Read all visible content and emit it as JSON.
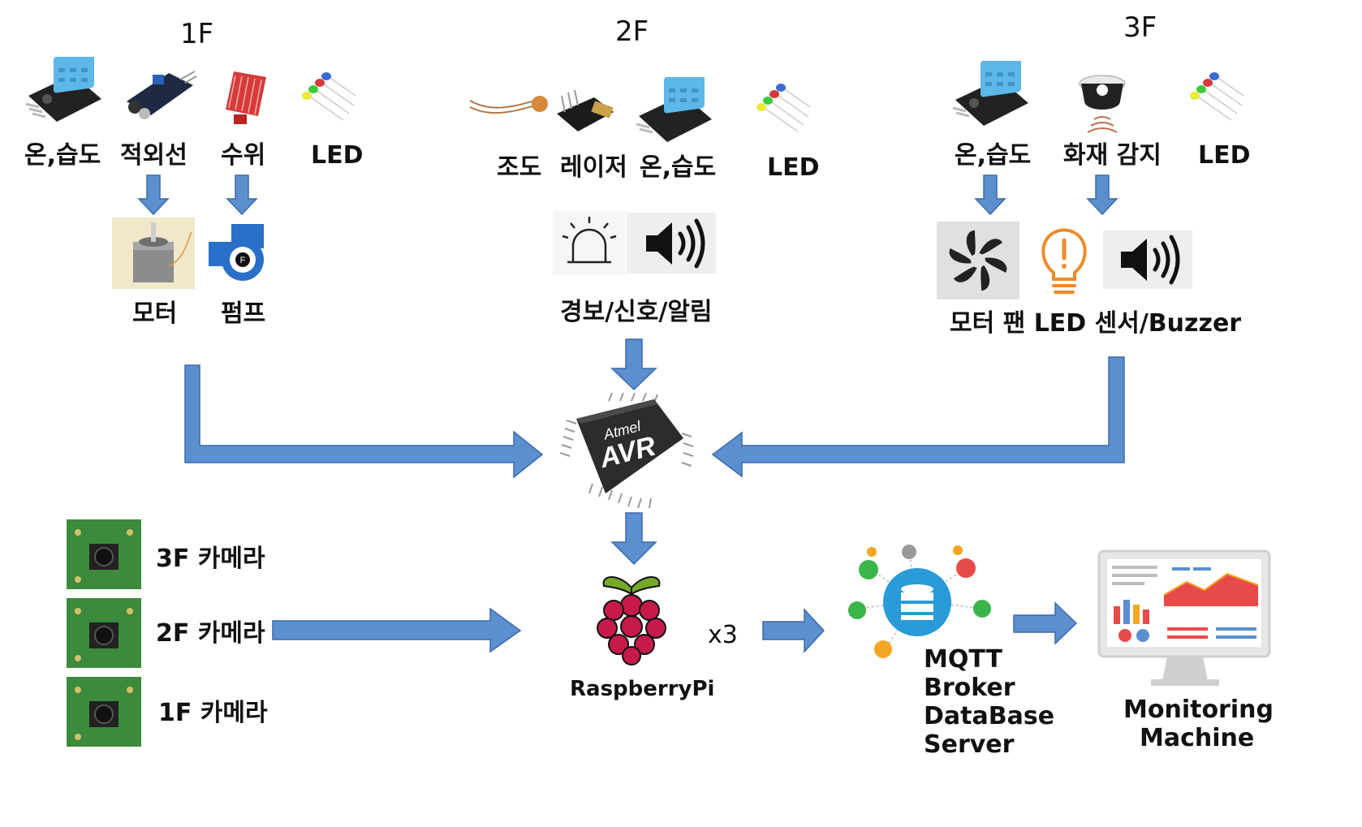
{
  "floors": {
    "f1": {
      "title": "1F",
      "sensors": [
        "온,습도",
        "적외선",
        "수위",
        "LED"
      ],
      "actuators": [
        "모터",
        "펌프"
      ]
    },
    "f2": {
      "title": "2F",
      "sensors": [
        "조도",
        "레이저",
        "온,습도",
        "LED"
      ],
      "actuator": "경보/신호/알림"
    },
    "f3": {
      "title": "3F",
      "sensors": [
        "온,습도",
        "화재 감지",
        "LED"
      ],
      "actuators": "모터 팬  LED 센서/Buzzer"
    }
  },
  "controller": {
    "brand": "Atmel",
    "name": "AVR"
  },
  "cameras": [
    "3F 카메라",
    "2F 카메라",
    "1F 카메라"
  ],
  "raspberry": {
    "label": "RaspberryPi",
    "multiplier": "x3"
  },
  "server": {
    "lines": [
      "MQTT",
      "Broker",
      "DataBase",
      "Server"
    ]
  },
  "monitor": {
    "lines": [
      "Monitoring",
      "Machine"
    ]
  },
  "colors": {
    "arrow": "#5b8fd0",
    "arrow_stroke": "#3d6aa8",
    "sensor_blue": "#5db7e8",
    "raspberry": "#c51a4a",
    "leaf": "#75a928"
  }
}
